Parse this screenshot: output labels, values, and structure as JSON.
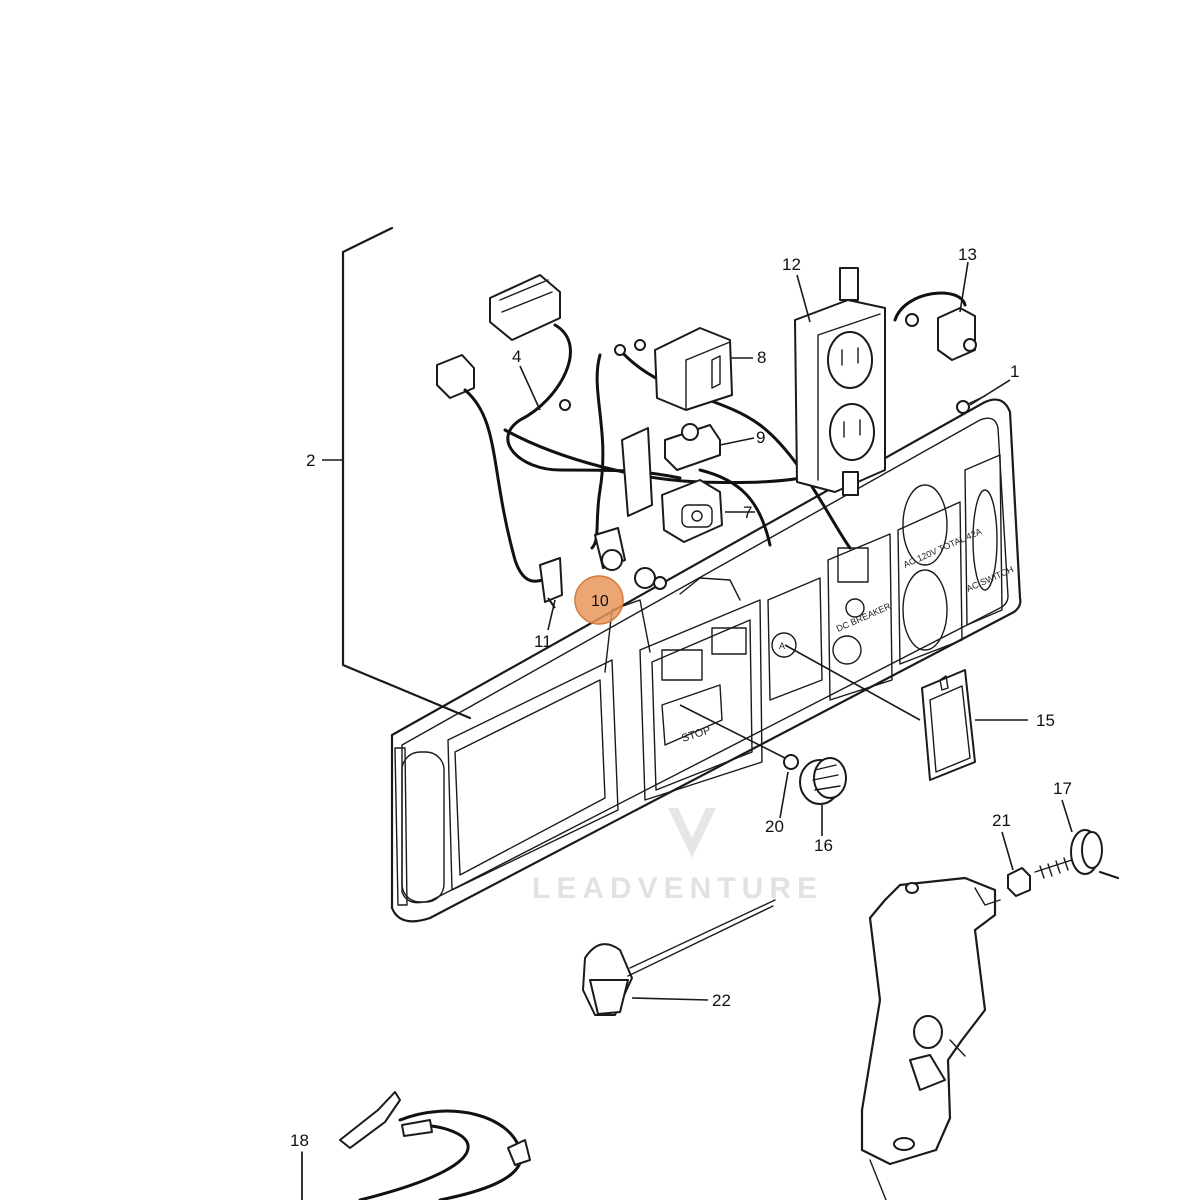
{
  "callouts": {
    "c1": "1",
    "c2": "2",
    "c4": "4",
    "c7": "7",
    "c8": "8",
    "c9": "9",
    "c10": "10",
    "c11": "11",
    "c12": "12",
    "c13": "13",
    "c15": "15",
    "c16": "16",
    "c17": "17",
    "c18": "18",
    "c20": "20",
    "c21": "21",
    "c22": "22"
  },
  "panel_labels": {
    "stop": "STOP",
    "dc_breaker": "DC BREAKER",
    "ac_total": "AC 120V TOTAL 42A",
    "ac_switch": "AC SWITCH"
  },
  "watermark": "LEADVENTURE",
  "colors": {
    "highlight": "#e8975a",
    "line": "#1a1a1a",
    "watermark": "#e2e2e2"
  }
}
